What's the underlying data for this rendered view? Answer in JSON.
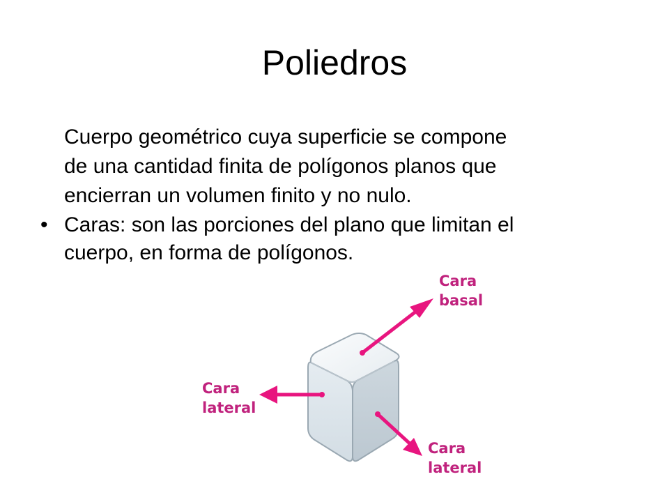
{
  "slide": {
    "title": "Poliedros",
    "intro_lines": [
      "Cuerpo geométrico cuya superficie se compone",
      "de una cantidad finita de polígonos planos que",
      "encierran un volumen finito y no nulo."
    ],
    "bullets": [
      {
        "marker": "•",
        "lines": [
          "Caras: son las porciones del plano que limitan el",
          "cuerpo, en forma de polígonos."
        ]
      }
    ]
  },
  "figure": {
    "labels": {
      "basal": [
        "Cara",
        "basal"
      ],
      "lateral_left": [
        "Cara",
        "lateral"
      ],
      "lateral_bottom": [
        "Cara",
        "lateral"
      ]
    },
    "colors": {
      "arrow": "#e8157f",
      "label": "#c0227d",
      "cube_top": "#f4f6f8",
      "cube_left": "#dbe4ea",
      "cube_right": "#c6d1d9"
    }
  }
}
